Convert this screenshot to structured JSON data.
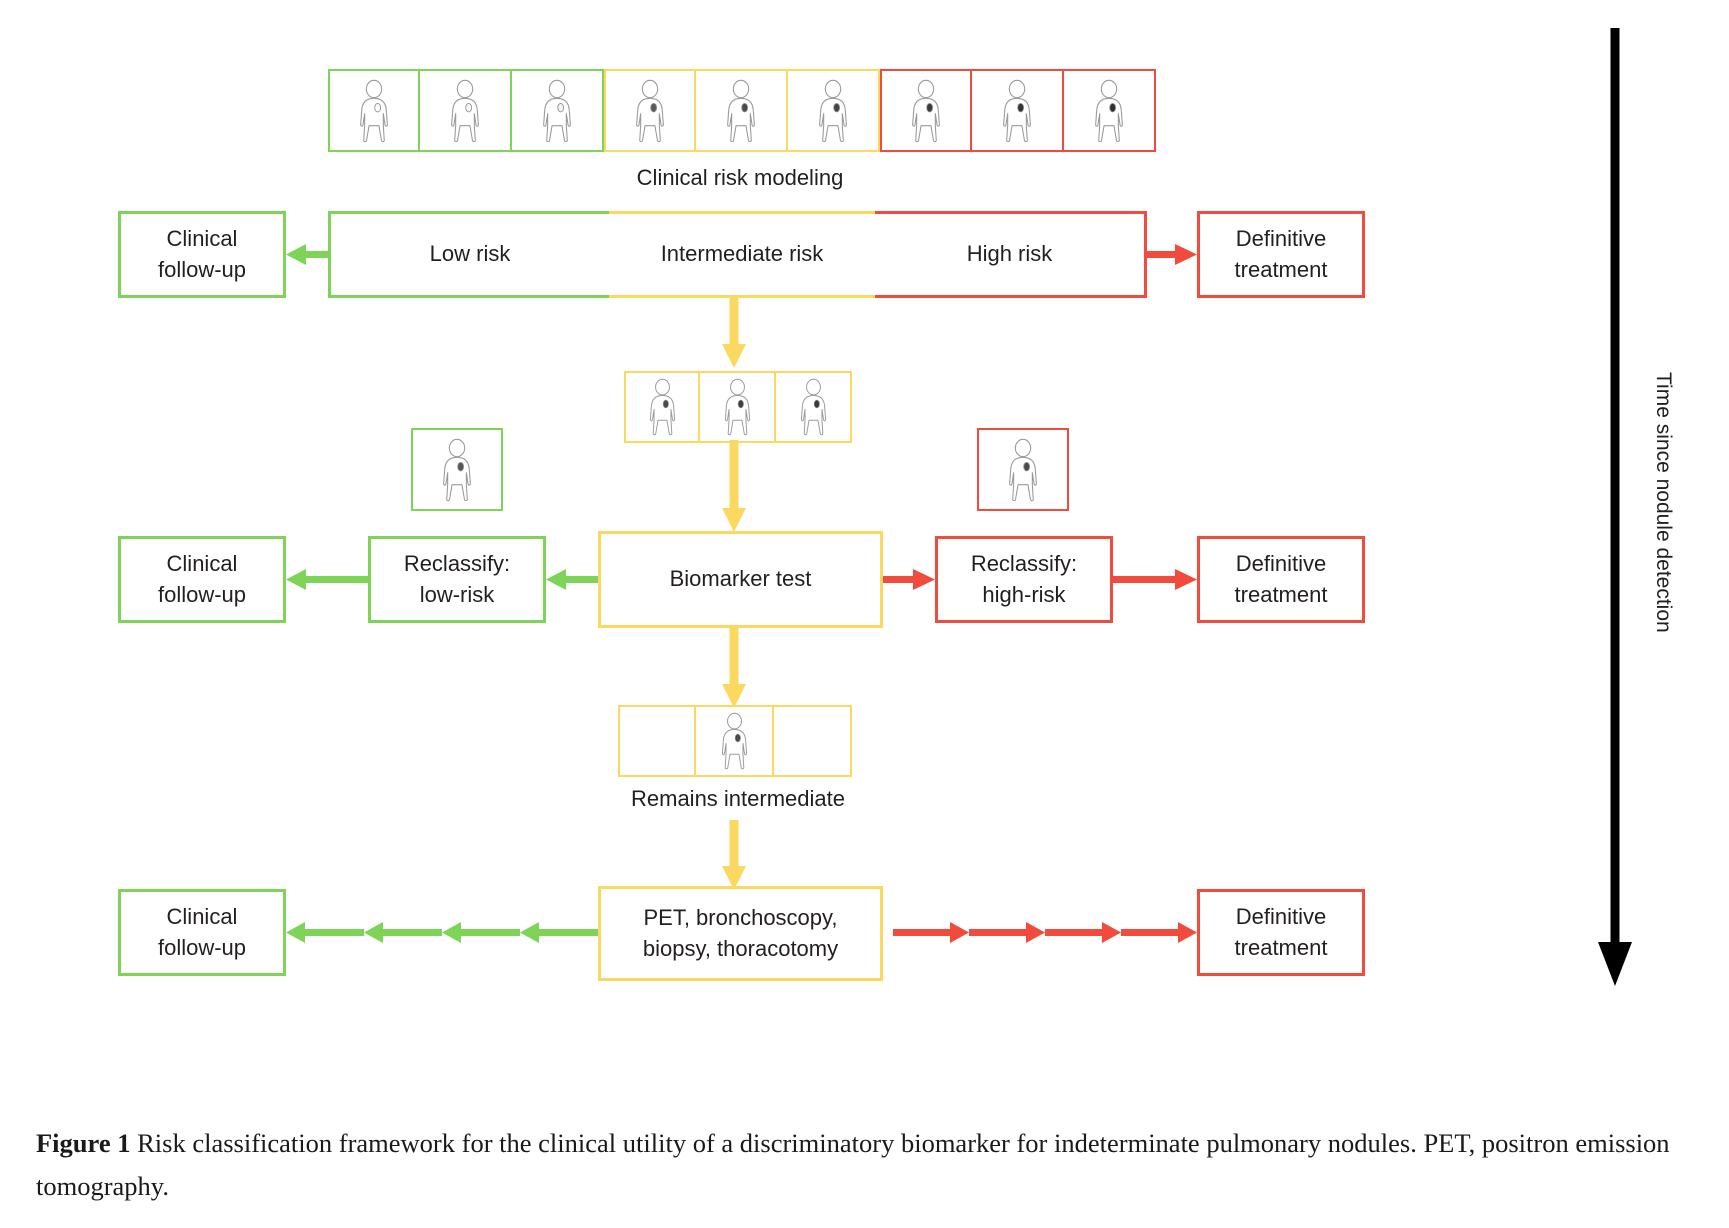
{
  "colors": {
    "green": "#7ed456",
    "yellow": "#fbd961",
    "red": "#f04b3c",
    "black": "#000000",
    "text": "#231f20"
  },
  "diagram": {
    "title_hidden": "",
    "cohort_row": {
      "label": "Clinical risk modeling",
      "patients": [
        {
          "risk": "low",
          "color": "green",
          "nodule_shade": "#ffffff"
        },
        {
          "risk": "low",
          "color": "green",
          "nodule_shade": "#fafafa"
        },
        {
          "risk": "low",
          "color": "green",
          "nodule_shade": "#f2f2f2"
        },
        {
          "risk": "intermediate",
          "color": "yellow",
          "nodule_shade": "#5a5a5a"
        },
        {
          "risk": "intermediate",
          "color": "yellow",
          "nodule_shade": "#4a4a4a"
        },
        {
          "risk": "intermediate",
          "color": "yellow",
          "nodule_shade": "#444444"
        },
        {
          "risk": "high",
          "color": "red",
          "nodule_shade": "#3a3a3a"
        },
        {
          "risk": "high",
          "color": "red",
          "nodule_shade": "#333333"
        },
        {
          "risk": "high",
          "color": "red",
          "nodule_shade": "#2e2e2e"
        }
      ]
    },
    "risk_band": {
      "low_label": "Low risk",
      "intermediate_label": "Intermediate risk",
      "high_label": "High risk",
      "left_outcome": "Clinical\nfollow-up",
      "left_outcome_line1": "Clinical",
      "left_outcome_line2": "follow-up",
      "right_outcome_line1": "Definitive",
      "right_outcome_line2": "treatment"
    },
    "intermediate_cohort": {
      "patients": [
        {
          "color": "yellow",
          "nodule_shade": "#4a4a4a"
        },
        {
          "color": "yellow",
          "nodule_shade": "#3f3f3f"
        },
        {
          "color": "yellow",
          "nodule_shade": "#3a3a3a"
        }
      ]
    },
    "reclass_low_patient": {
      "color": "green",
      "nodule_shade": "#555555"
    },
    "reclass_high_patient": {
      "color": "red",
      "nodule_shade": "#4a4a4a"
    },
    "biomarker_row": {
      "center_label": "Biomarker test",
      "left_box_line1": "Reclassify:",
      "left_box_line2": "low-risk",
      "right_box_line1": "Reclassify:",
      "right_box_line2": "high-risk",
      "far_left_line1": "Clinical",
      "far_left_line2": "follow-up",
      "far_right_line1": "Definitive",
      "far_right_line2": "treatment"
    },
    "remains_row": {
      "label": "Remains intermediate",
      "cells": [
        {
          "color": "yellow",
          "empty": true
        },
        {
          "color": "yellow",
          "empty": false,
          "nodule_shade": "#4a4a4a"
        },
        {
          "color": "yellow",
          "empty": true
        }
      ]
    },
    "final_row": {
      "center_line1": "PET, bronchoscopy,",
      "center_line2": "biopsy, thoracotomy",
      "left_line1": "Clinical",
      "left_line2": "follow-up",
      "right_line1": "Definitive",
      "right_line2": "treatment",
      "left_arrow_count": 4,
      "right_arrow_count": 4
    },
    "timeline": {
      "label": "Time since nodule detection"
    }
  },
  "caption": {
    "figure_number": "Figure 1",
    "text": " Risk classification framework for the clinical utility of a discriminatory biomarker for indeterminate pulmonary nodules. PET, positron emission tomography."
  }
}
